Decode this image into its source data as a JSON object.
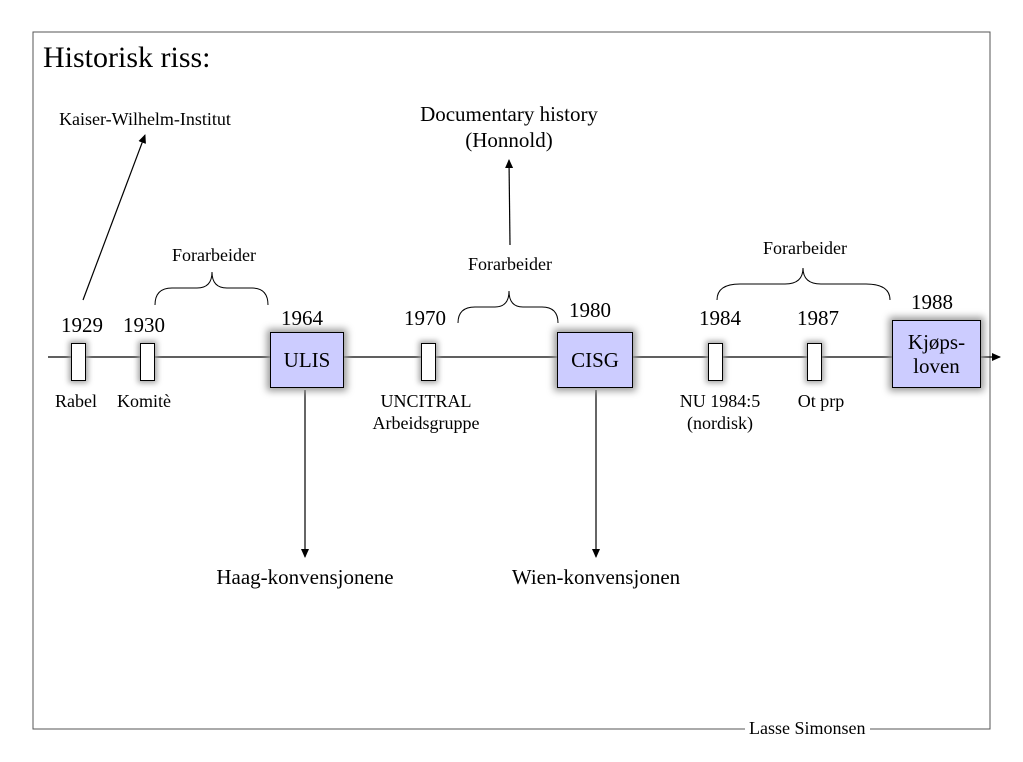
{
  "title": "Historisk riss:",
  "top_labels": {
    "kaiser": "Kaiser-Wilhelm-Institut",
    "documentary": "Documentary history\n(Honnold)"
  },
  "forarbeider": [
    "Forarbeider",
    "Forarbeider",
    "Forarbeider"
  ],
  "events": [
    {
      "year": "1929",
      "label": "Rabel"
    },
    {
      "year": "1930",
      "label": "Komitè"
    },
    {
      "year": "1964",
      "label": "ULIS"
    },
    {
      "year": "1970",
      "label": "UNCITRAL\nArbeidsgruppe"
    },
    {
      "year": "1980",
      "label": "CISG"
    },
    {
      "year": "1984",
      "label": "NU 1984:5\n(nordisk)"
    },
    {
      "year": "1987",
      "label": "Ot prp"
    },
    {
      "year": "1988",
      "label": "Kjøps-\nloven"
    }
  ],
  "bottom_labels": {
    "haag": "Haag-konvensjonene",
    "wien": "Wien-konvensjonen"
  },
  "footer": "Lasse Simonsen",
  "colors": {
    "box_fill": "#ccccff",
    "line": "#000000"
  }
}
